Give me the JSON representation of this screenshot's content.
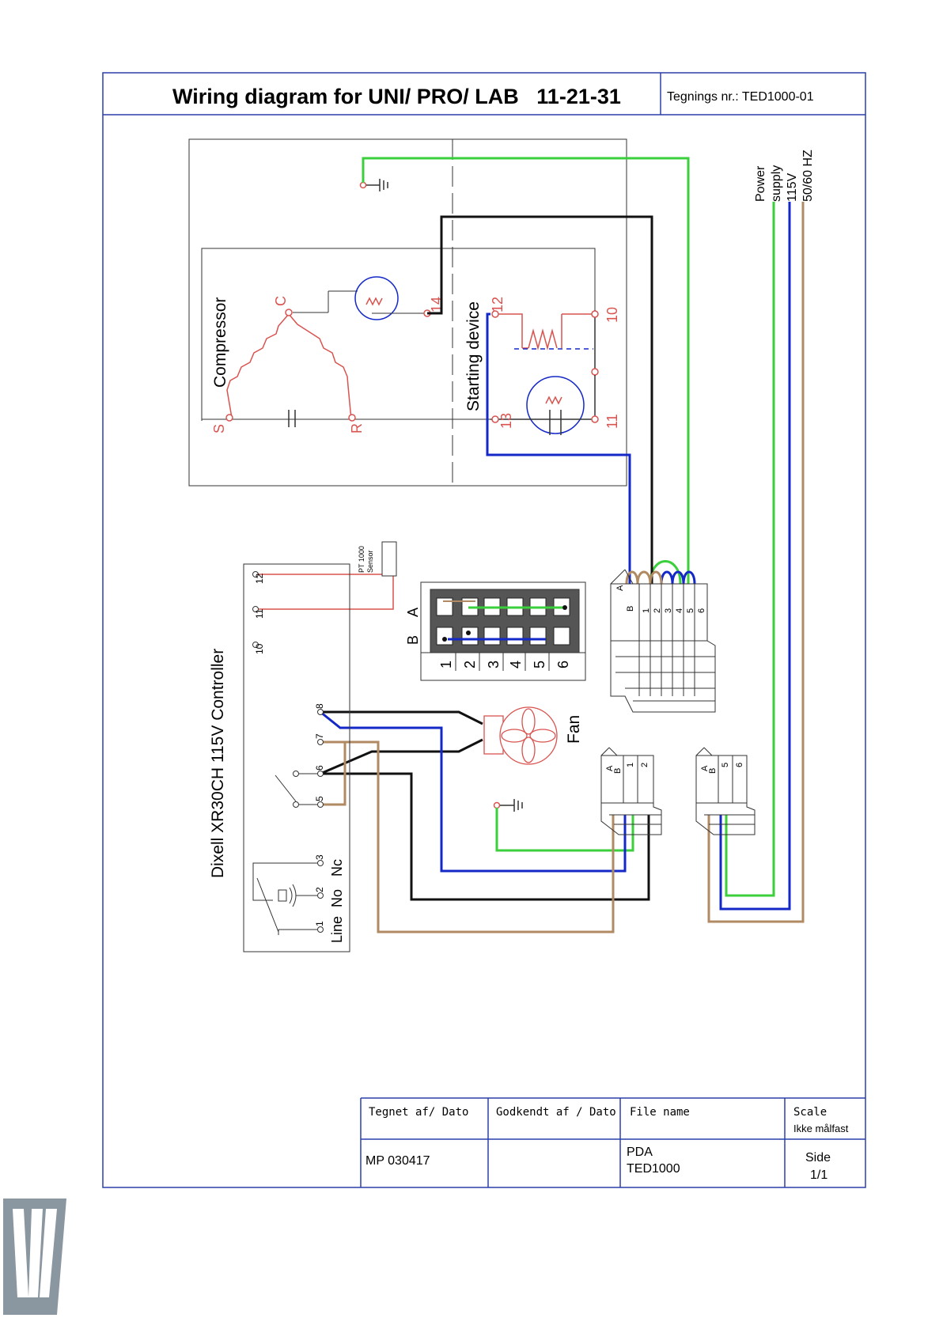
{
  "header": {
    "title": "Wiring diagram for UNI/ PRO/ LAB   11-21-31",
    "drawing_no": "Tegnings nr.: TED1000-01"
  },
  "power_supply": {
    "line1": "Power",
    "line2": "supply",
    "line3": "115V",
    "line4": "50/60 HZ"
  },
  "compressor": {
    "label": "Compressor",
    "pin_c": "C",
    "pin_s": "S",
    "pin_r": "R"
  },
  "starting_device": {
    "label": "Starting device",
    "pins": [
      "14",
      "12",
      "10",
      "13",
      "11"
    ]
  },
  "controller": {
    "label": "Dixell XR30CH 115V Controller",
    "pins": [
      "12",
      "11",
      "10",
      "8",
      "7",
      "6",
      "5",
      "3",
      "2",
      "1"
    ],
    "relay_labels": [
      "Nc",
      "No",
      "Line"
    ]
  },
  "sensor": {
    "line1": "PT 1000",
    "line2": "Sensor"
  },
  "connector_grid": {
    "row_a": "A",
    "row_b": "B",
    "columns": [
      "1",
      "2",
      "3",
      "4",
      "5",
      "6"
    ]
  },
  "terminal_block_main": {
    "letters": [
      "A",
      "B"
    ],
    "columns": [
      "1",
      "2",
      "3",
      "4",
      "5",
      "6"
    ]
  },
  "terminal_block_fan": {
    "letters": [
      "A",
      "B"
    ],
    "columns": [
      "1",
      "2"
    ]
  },
  "terminal_block_power": {
    "letters": [
      "A",
      "B"
    ],
    "columns": [
      "5",
      "6"
    ]
  },
  "fan": {
    "label": "Fan"
  },
  "title_block": {
    "drawn_by_label": "Tegnet af/ Dato",
    "approved_label": "Godkendt af / Dato",
    "file_name_label": "File name",
    "scale_label": "Scale",
    "scale_value": "Ikke målfast",
    "drawn_by_value": "MP 030417",
    "file_name_line1": "PDA",
    "file_name_line2": "TED1000",
    "page_label": "Side",
    "page_value": "1/1"
  },
  "colors": {
    "green": "#3ccf3c",
    "blue": "#1428c8",
    "black": "#111111",
    "brown": "#b08a62",
    "red": "#d9534f",
    "frame": "#2a3fa8",
    "logo": "#8a96a0"
  }
}
